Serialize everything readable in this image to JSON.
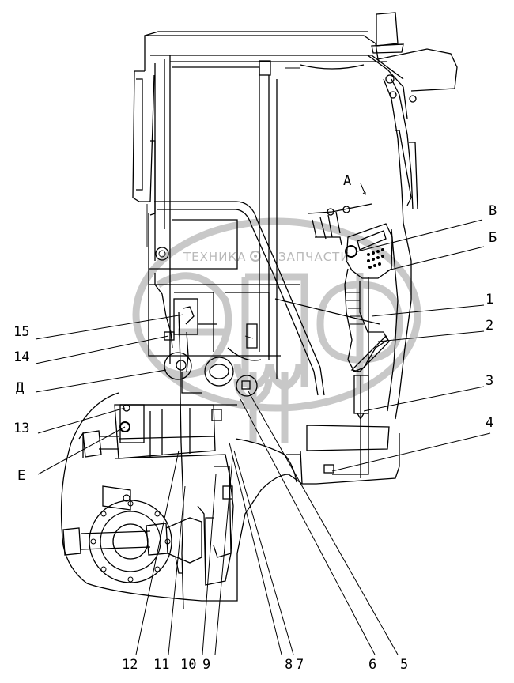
{
  "watermark": {
    "left_text": "ТЕХНИКА",
    "right_text": "ЗАПЧАСТИ",
    "logo_text": "ЭПФ"
  },
  "callouts": [
    {
      "id": "A",
      "text": "А"
    },
    {
      "id": "V",
      "text": "В"
    },
    {
      "id": "B",
      "text": "Б"
    },
    {
      "id": "1",
      "text": "1"
    },
    {
      "id": "2",
      "text": "2"
    },
    {
      "id": "3",
      "text": "3"
    },
    {
      "id": "4",
      "text": "4"
    },
    {
      "id": "15",
      "text": "15"
    },
    {
      "id": "14",
      "text": "14"
    },
    {
      "id": "D",
      "text": "Д"
    },
    {
      "id": "13",
      "text": "13"
    },
    {
      "id": "E",
      "text": "Е"
    },
    {
      "id": "12",
      "text": "12"
    },
    {
      "id": "11",
      "text": "11"
    },
    {
      "id": "10",
      "text": "10"
    },
    {
      "id": "9",
      "text": "9"
    },
    {
      "id": "8",
      "text": "8"
    },
    {
      "id": "7",
      "text": "7"
    },
    {
      "id": "6",
      "text": "6"
    },
    {
      "id": "5",
      "text": "5"
    }
  ]
}
